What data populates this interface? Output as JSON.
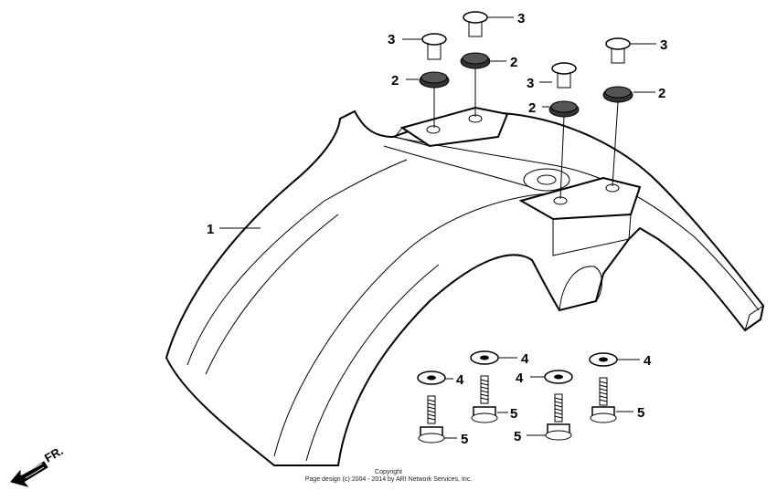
{
  "callouts": [
    "1",
    "2",
    "2",
    "2",
    "2",
    "3",
    "3",
    "3",
    "3",
    "4",
    "4",
    "4",
    "4",
    "5",
    "5",
    "5",
    "5"
  ],
  "front_arrow": "FR.",
  "copyright": {
    "line1": "Copyright",
    "line2": "Page design (c) 2004 - 2014 by ARI Network Services, Inc."
  }
}
